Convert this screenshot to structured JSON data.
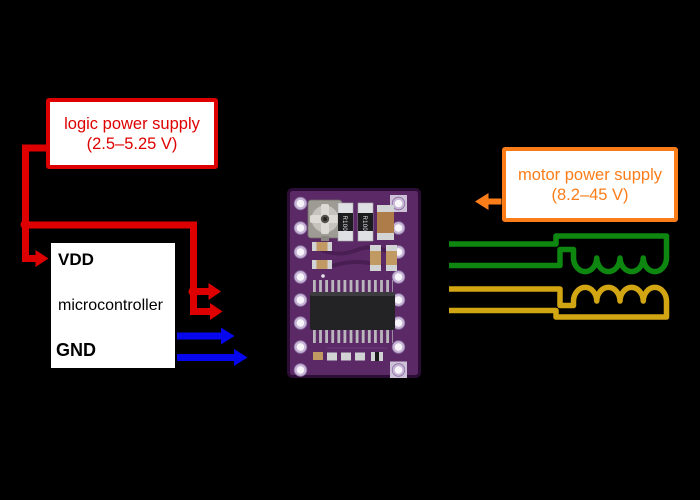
{
  "colors": {
    "bg": "#000000",
    "box_fill": "#ffffff",
    "red": "#de0000",
    "blue": "#0707ee",
    "green": "#0e8710",
    "yellow": "#d2a513",
    "orange": "#fb7d1a",
    "board_purple": "#5b2a66",
    "board_edge": "#2c0d36",
    "hole_ring": "#c7b4d6",
    "hole_center": "#f7f5f9",
    "ic_black": "#232326",
    "pin_silver": "#b9b7bc",
    "component_tan": "#ad7c49",
    "component_silver": "#d2d3d5"
  },
  "logic_supply_box": {
    "line1": "logic power supply",
    "line2": "(2.5–5.25 V)"
  },
  "motor_supply_box": {
    "line1": "motor power supply",
    "line2": "(8.2–45 V)"
  },
  "microcontroller_box": {
    "vdd_label": "VDD",
    "title": "microcontroller",
    "gnd_label": "GND"
  },
  "pcb": {
    "resistor_marking": "R100"
  }
}
